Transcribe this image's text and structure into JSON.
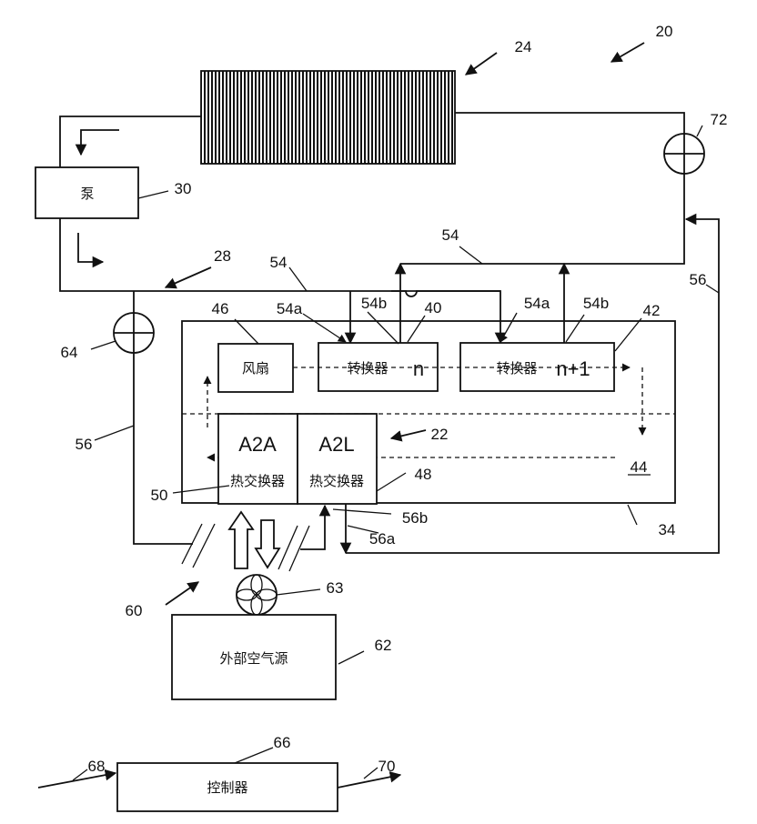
{
  "components": {
    "pump": "泵",
    "fan": "风扇",
    "converter_n": "转换器",
    "converter_n_suffix": "n",
    "converter_n1": "转换器",
    "converter_n1_suffix": "n+1",
    "a2a_title": "A2A",
    "a2a_sub": "热交换器",
    "a2l_title": "A2L",
    "a2l_sub": "热交换器",
    "outside_air": "外部空气源",
    "controller": "控制器"
  },
  "labels": {
    "l20": "20",
    "l24": "24",
    "l72": "72",
    "l30": "30",
    "l54_top": "54",
    "l28": "28",
    "l54_left": "54",
    "l56_right": "56",
    "l46": "46",
    "l54a_left": "54a",
    "l54b_left": "54b",
    "l40": "40",
    "l54a_right": "54a",
    "l54b_right": "54b",
    "l42": "42",
    "l64": "64",
    "l22": "22",
    "l56_left": "56",
    "l44": "44",
    "l50": "50",
    "l48": "48",
    "l56b": "56b",
    "l56a": "56a",
    "l34": "34",
    "l63": "63",
    "l60": "60",
    "l62": "62",
    "l66": "66",
    "l68": "68",
    "l70": "70"
  }
}
